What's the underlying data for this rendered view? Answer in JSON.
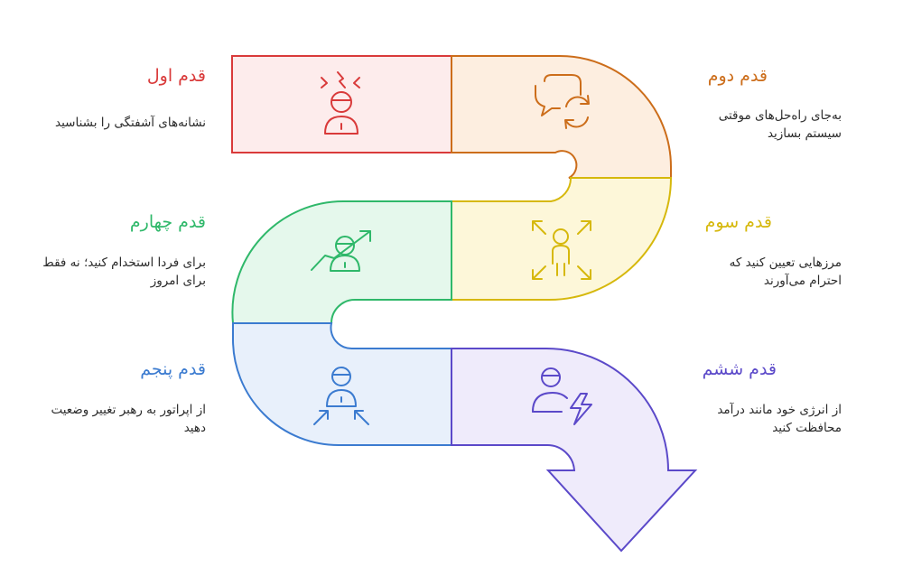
{
  "steps": [
    {
      "title": "قدم اول",
      "desc": "نشانه‌های آشفتگی را بشناسید",
      "color": "#d93a3a",
      "fill": "#fdecec",
      "icon": "stressed-person-icon"
    },
    {
      "title": "قدم دوم",
      "desc": "به‌جای راه‌حل‌های موقتی سیستم بسازید",
      "color": "#cc6d1a",
      "fill": "#fdeee0",
      "icon": "chat-refresh-icon"
    },
    {
      "title": "قدم سوم",
      "desc": "مرزهایی تعیین کنید که احترام می‌آورند",
      "color": "#d6b80c",
      "fill": "#fdf7d9",
      "icon": "person-boundaries-icon"
    },
    {
      "title": "قدم چهارم",
      "desc": "برای فردا استخدام کنید؛ نه فقط برای امروز",
      "color": "#2fb86a",
      "fill": "#e5f8ec",
      "icon": "person-growth-icon"
    },
    {
      "title": "قدم پنجم",
      "desc": "از اپراتور به رهبر تغییر وضعیت دهید",
      "color": "#3b7bd0",
      "fill": "#e8f0fb",
      "icon": "person-focus-icon"
    },
    {
      "title": "قدم ششم",
      "desc": "از انرژی خود مانند درآمد محافظت کنید",
      "color": "#5b49c9",
      "fill": "#efebfb",
      "icon": "person-energy-icon"
    }
  ]
}
